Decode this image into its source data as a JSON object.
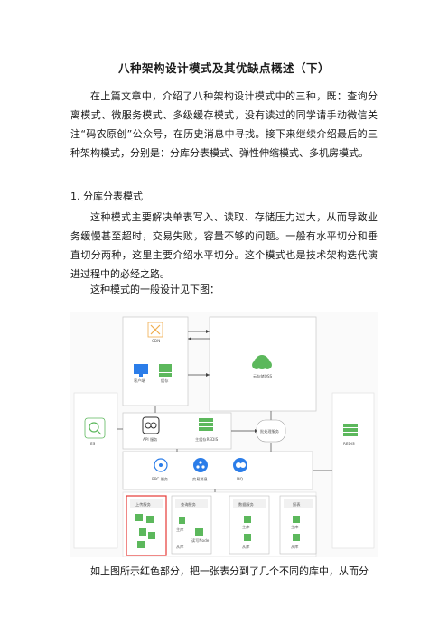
{
  "article": {
    "title": "八种架构设计模式及其优缺点概述（下）",
    "intro": "在上篇文章中，介绍了八种架构设计模式中的三种，既：查询分离模式、微服务模式、多级缓存模式，没有读过的同学请手动微信关注“码农原创”公众号，在历史消息中寻找。接下来继续介绍最后的三种架构模式，分别是：分库分表模式、弹性伸缩模式、多机房模式。",
    "section_heading": "1. 分库分表模式",
    "section_body": "这种模式主要解决单表写入、读取、存储压力过大，从而导致业务缓慢甚至超时，交易失败，容量不够的问题。一般有水平切分和垂直切分两种，这里主要介绍水平切分。这个模式也是技术架构迭代演进过程中的必经之路。",
    "diagram_intro": "这种模式的一般设计见下图：",
    "after_diagram": "如上图所示红色部分，把一张表分到了几个不同的库中，从而分"
  },
  "diagram": {
    "labels": {
      "cdn": "CDN",
      "oss": "云存储OSS",
      "client": "客户端",
      "cache": "缓存",
      "api": "API 服务",
      "redis_master": "主缓存REDIS",
      "batch": "批处理服务",
      "log": "ES",
      "rpc": "RPC 服务",
      "mq": "交易消息",
      "mq2": "MQ",
      "redis_side": "REDIS",
      "shard1": "上传服务",
      "shard2": "查询服务",
      "shard3": "数据服务",
      "shard4": "报表",
      "db_a": "主库",
      "db_b": "从库",
      "db_c": "读写Node"
    },
    "colors": {
      "accent_red": "#e53935",
      "icon_green": "#5cb85c",
      "icon_blue": "#2b7de9"
    }
  }
}
